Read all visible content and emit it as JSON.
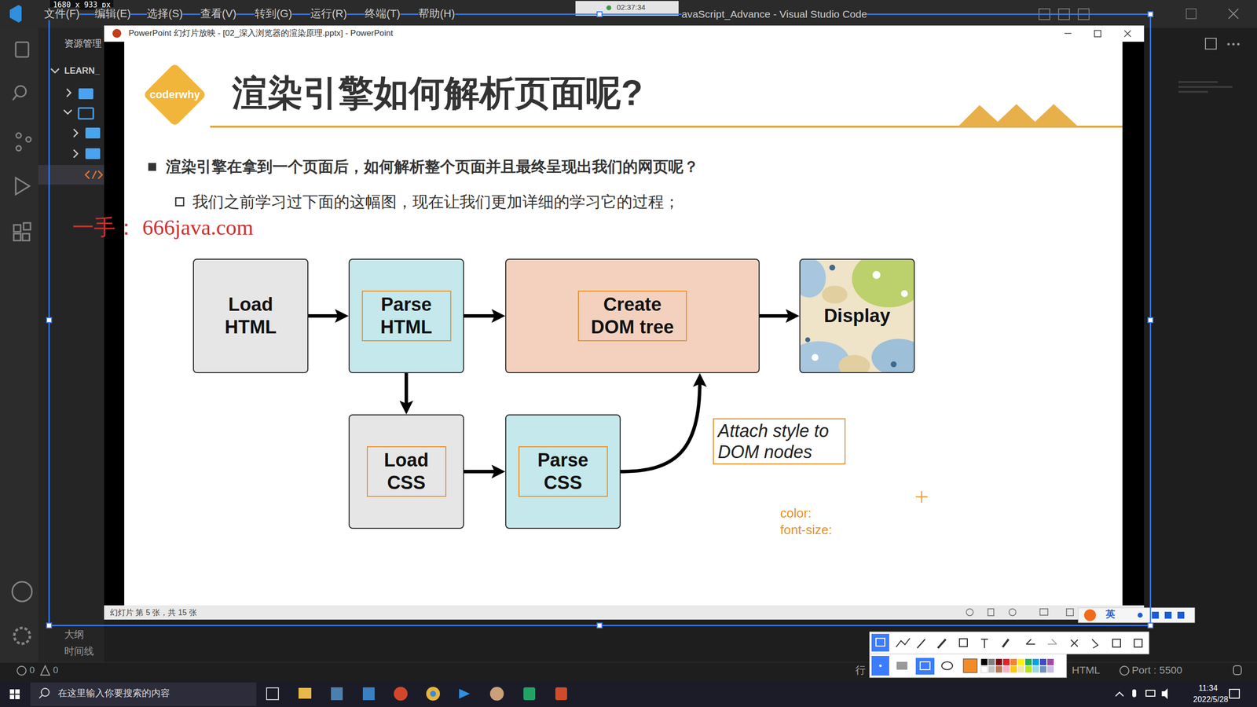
{
  "diagram": {
    "title": "渲染引擎如何解析页面呢?",
    "nodes": [
      {
        "text": [
          "Load HTML"
        ]
      },
      {
        "text": [
          "Parse HTML"
        ]
      },
      {
        "text": [
          "Create DOM tree"
        ]
      },
      {
        "text": [
          "Display"
        ]
      },
      {
        "text": [
          "Load CSS"
        ]
      },
      {
        "text": [
          "Parse CSS"
        ]
      }
    ],
    "edges": [
      {
        "from": 0,
        "to": 1,
        "arrow": "to"
      },
      {
        "from": 1,
        "to": 2,
        "arrow": "to"
      },
      {
        "from": 2,
        "to": 3,
        "arrow": "to"
      },
      {
        "from": 1,
        "to": 4,
        "arrow": "to"
      },
      {
        "from": 4,
        "to": 5,
        "arrow": "to"
      },
      {
        "from": 5,
        "to": 2,
        "label": "Attach style to DOM nodes",
        "arrow": "to"
      }
    ],
    "labels": [
      "1680 x 933  px",
      "文件(F)",
      "编辑(E)",
      "选择(S)",
      "查看(V)",
      "转到(G)",
      "运行(R)",
      "终端(T)",
      "帮助(H)",
      "avaScript_Advance - Visual Studio Code",
      "02:37:34",
      "资源管理",
      "LEARN_",
      "PowerPoint 幻灯片放映 - [02_深入浏览器的渲染原理.pptx] - PowerPoint",
      "coderwhy",
      "渲染引擎在拿到一个页面后，如何解析整个页面并且最终呈现出我们的网页呢？",
      "我们之前学习过下面的这幅图，现在让我们更加详细的学习它的过程；",
      "一手： 666java.com",
      "color:",
      "font-size:",
      "幻灯片 第 5 张，共 15 张",
      "大纲",
      "时间线",
      "英",
      "HTML",
      "Port : 5500",
      "在这里输入你要搜索的内容",
      "11:34",
      "2022/5/28",
      "0",
      "0",
      "行"
    ]
  }
}
